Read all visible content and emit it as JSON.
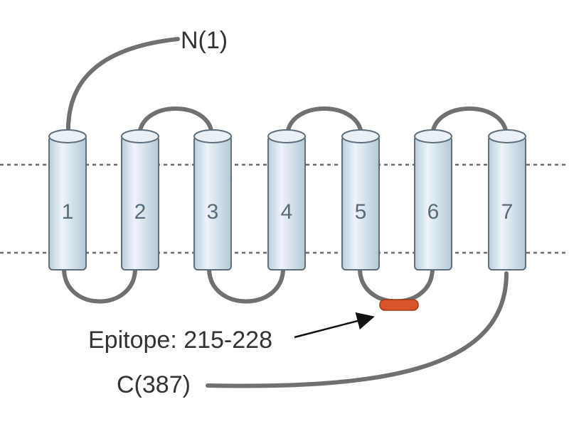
{
  "diagram": {
    "n_terminus_label": "N(1)",
    "c_terminus_label": "C(387)",
    "epitope_label": "Epitope: 215-228",
    "helices": [
      "1",
      "2",
      "3",
      "4",
      "5",
      "6",
      "7"
    ],
    "colors": {
      "loop": "#707070",
      "helix_fill": "#d4e3ec",
      "helix_outline": "#5e6e7a",
      "epitope": "#d9542a",
      "membrane_line": "#6b6b6b"
    }
  }
}
